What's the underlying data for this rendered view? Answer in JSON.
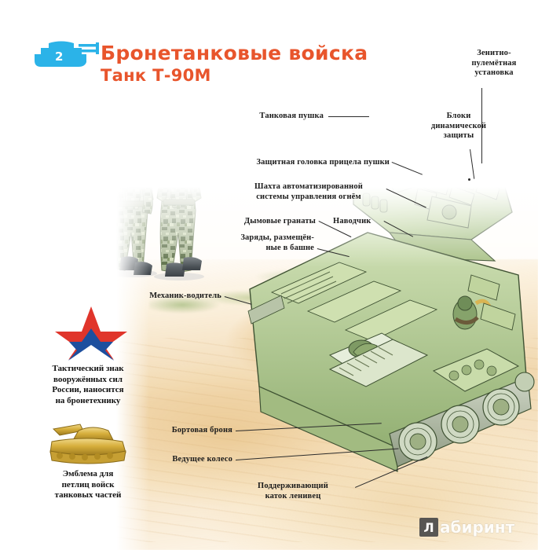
{
  "page": {
    "number": "2",
    "title": "Бронетанковые войска",
    "subtitle": "Танк Т-90М",
    "title_color": "#e8552c",
    "badge_color": "#2bb3e8",
    "watermark_mark": "Л",
    "watermark_text": "абиринт"
  },
  "callouts": [
    {
      "id": "tank-gun",
      "text": "Танковая пушка"
    },
    {
      "id": "sight-head",
      "text": "Защитная головка прицела пушки"
    },
    {
      "id": "fire-control-shaft",
      "text": "Шахта автоматизированной\nсистемы управления огнём"
    },
    {
      "id": "smoke-grenades",
      "text": "Дымовые гранаты"
    },
    {
      "id": "gunner",
      "text": "Наводчик"
    },
    {
      "id": "turret-charges",
      "text": "Заряды, размещён-\nные в башне"
    },
    {
      "id": "driver-mechanic",
      "text": "Механик-водитель"
    },
    {
      "id": "aa-mg-mount",
      "text": "Зенитно-\nпулемётная\nустановка"
    },
    {
      "id": "era-blocks",
      "text": "Блоки\nдинамической\nзащиты"
    },
    {
      "id": "side-armour",
      "text": "Бортовая броня"
    },
    {
      "id": "drive-wheel",
      "text": "Ведущее колесо"
    },
    {
      "id": "support-roller",
      "text": "Поддерживающий\nкаток ленивец"
    }
  ],
  "emblems": [
    {
      "id": "tactical-star",
      "caption": "Тактический знак\nвооружённых сил\nРоссии, наносится\nна бронетехнику",
      "color_top": "#e0352b",
      "color_bottom": "#1d4f9e"
    },
    {
      "id": "collar-tank",
      "caption": "Эмблема для\nпетлиц войск\nтанковых частей",
      "color": "#d4a72c"
    }
  ],
  "illustrations": [
    {
      "id": "tank-crew-soldiers",
      "alt": "Три танкиста в камуфляже и шлемофонах"
    },
    {
      "id": "t90m-cutaway",
      "alt": "Разрез танка Т-90М"
    }
  ]
}
